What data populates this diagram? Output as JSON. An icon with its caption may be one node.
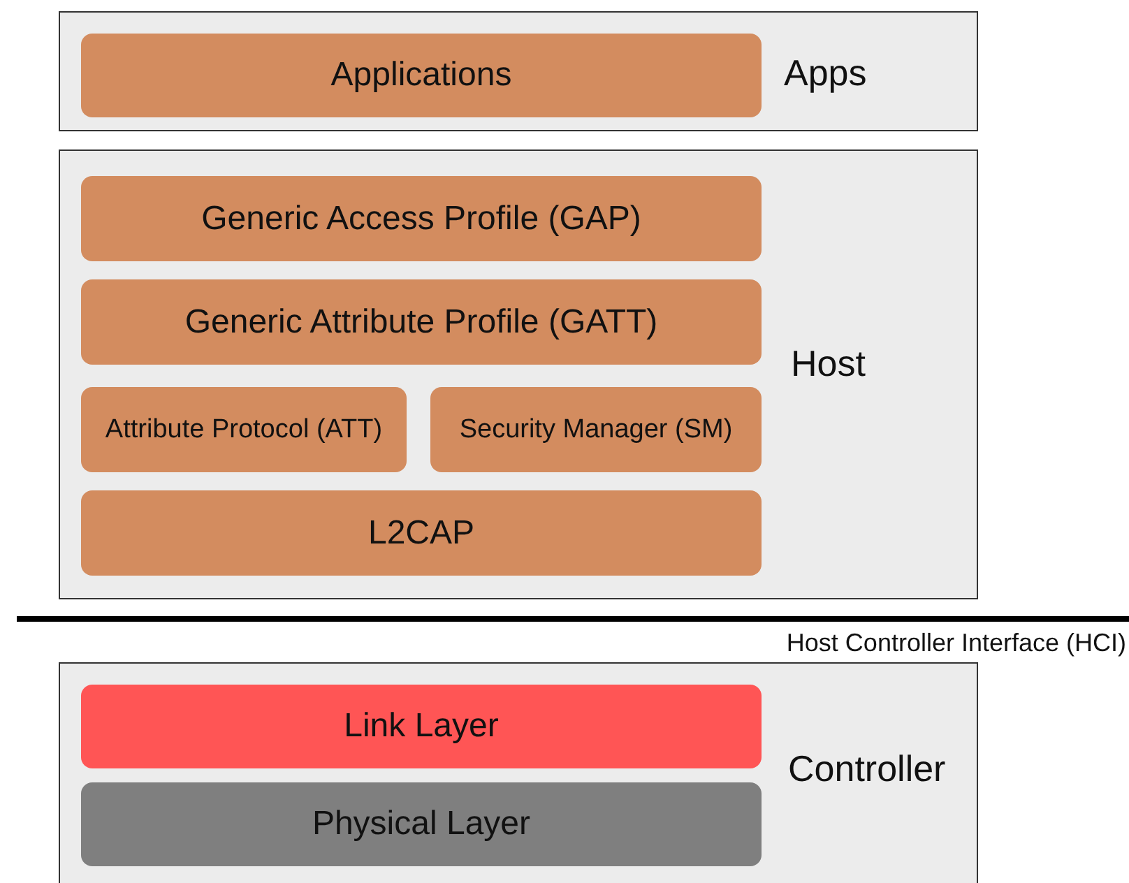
{
  "diagram": {
    "nodes": [
      {
        "text": [
          "Apps"
        ]
      },
      {
        "text": [
          "Applications"
        ],
        "in": 0
      },
      {
        "text": [
          "Host"
        ]
      },
      {
        "text": [
          "Generic Access Profile (GAP)"
        ],
        "in": 2
      },
      {
        "text": [
          "Generic Attribute Profile (GATT)"
        ],
        "in": 2
      },
      {
        "text": [
          "Attribute Protocol (ATT)"
        ],
        "in": 2
      },
      {
        "text": [
          "Security Manager (SM)"
        ],
        "in": 2
      },
      {
        "text": [
          "L2CAP"
        ],
        "in": 2
      },
      {
        "text": [
          "Controller"
        ]
      },
      {
        "text": [
          "Link Layer"
        ],
        "in": 8
      },
      {
        "text": [
          "Physical Layer"
        ],
        "in": 8
      }
    ],
    "edges": [],
    "labels": [
      "Host Controller Interface (HCI)"
    ]
  }
}
